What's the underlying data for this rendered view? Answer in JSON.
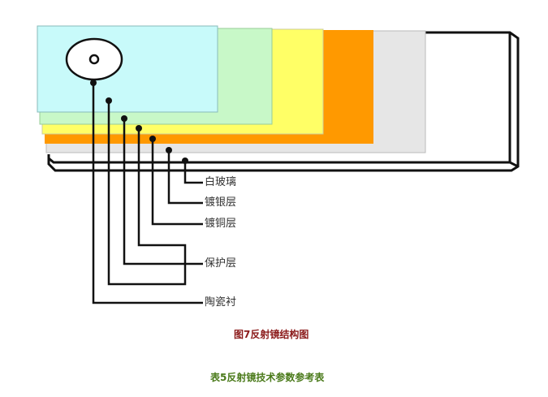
{
  "diagram": {
    "labels": [
      "白玻璃",
      "镀银层",
      "镀铜层",
      "保护层",
      "陶瓷衬"
    ],
    "layer_colors": {
      "cyan": "#c8fafa",
      "green": "#c8f8c8",
      "yellow": "#ffff66",
      "orange": "#ff9900",
      "gray": "#e6e6e6"
    }
  },
  "figure_caption": "图7反射镜结构图",
  "table_caption": "表5反射镜技术参数参考表",
  "colors": {
    "figure_caption": "#8b1a1a",
    "table_caption": "#4a7a1a"
  }
}
